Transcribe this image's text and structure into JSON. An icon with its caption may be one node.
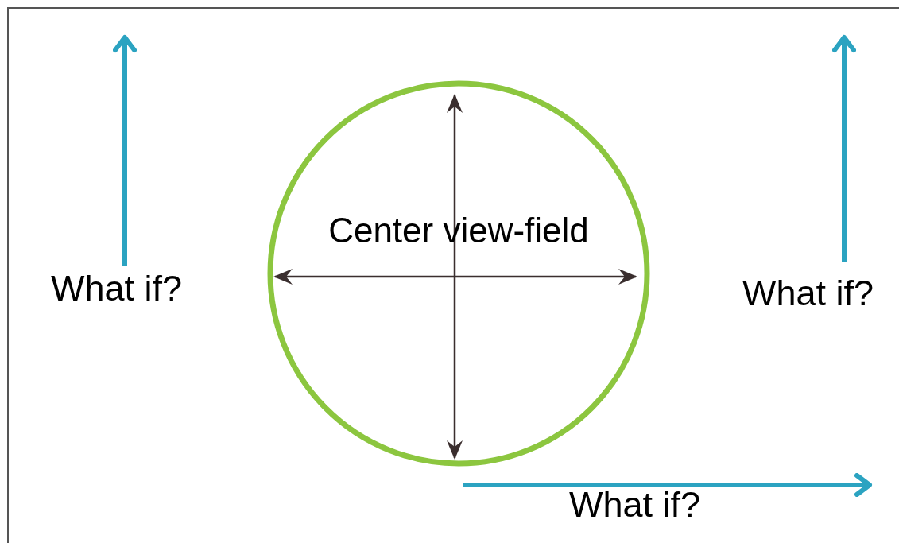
{
  "diagram": {
    "nodes": [
      {
        "text": [
          "Center view-field"
        ]
      }
    ],
    "edges": [],
    "labels": [
      "What if?",
      "What if?",
      "What if?"
    ]
  }
}
